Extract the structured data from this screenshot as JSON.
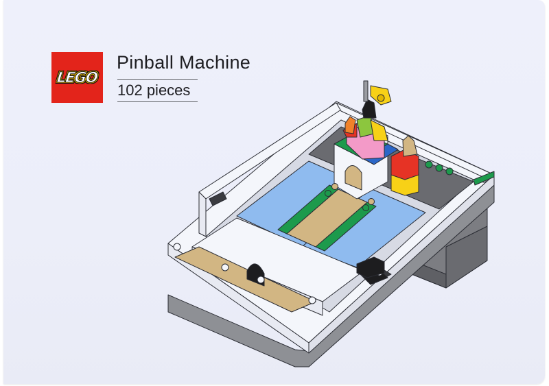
{
  "brand": {
    "logo_text": "LEGO",
    "logo_bg": "#e3241b",
    "logo_text_color": "#ffffff",
    "logo_outline_color": "#f6c400"
  },
  "product": {
    "title": "Pinball Machine",
    "pieces_label": "102 pieces"
  },
  "illustration": {
    "subject": "isometric LEGO pinball machine model",
    "colors": {
      "white_frame": "#f4f6fb",
      "outline": "#2a2c33",
      "light_blue": "#8fbbef",
      "green": "#1d9a4c",
      "tan": "#d2b683",
      "dark_gray": "#6a6b70",
      "base_gray": "#8e9095",
      "pink": "#f39ac8",
      "red": "#e63325",
      "yellow": "#f7d117",
      "lime": "#8cc63e",
      "blue": "#2b66c7",
      "orange": "#f0822a",
      "black": "#1d1d1f"
    }
  }
}
